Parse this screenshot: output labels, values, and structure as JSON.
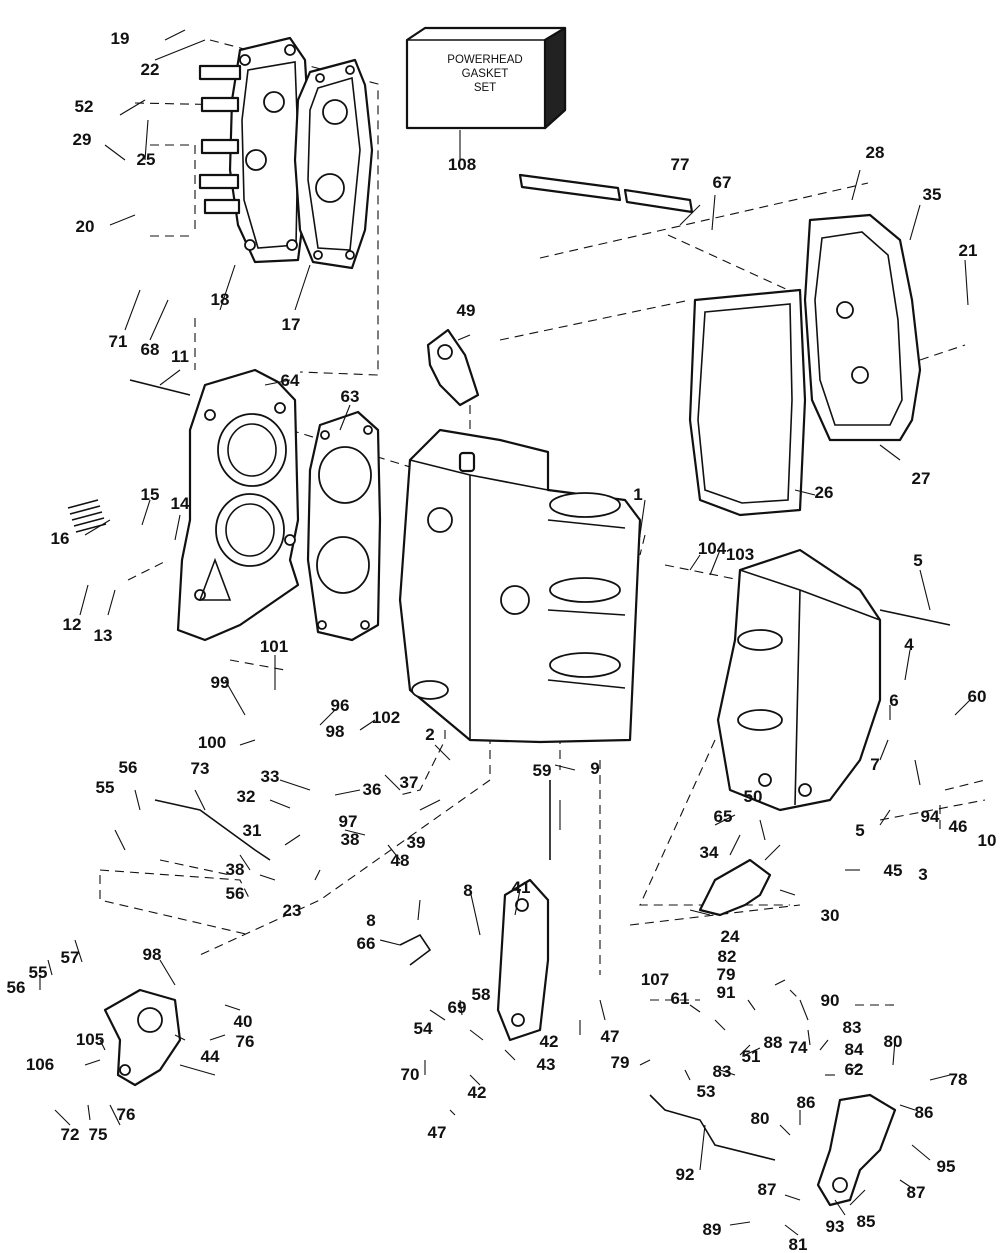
{
  "kit_box": {
    "lines": [
      "POWERHEAD",
      "GASKET",
      "SET"
    ]
  },
  "callouts": [
    "1",
    "2",
    "3",
    "4",
    "5",
    "5",
    "6",
    "7",
    "8",
    "8",
    "9",
    "10",
    "11",
    "12",
    "13",
    "14",
    "15",
    "16",
    "17",
    "18",
    "19",
    "20",
    "21",
    "22",
    "23",
    "24",
    "25",
    "26",
    "27",
    "28",
    "29",
    "30",
    "31",
    "32",
    "33",
    "34",
    "35",
    "36",
    "37",
    "38",
    "38",
    "39",
    "40",
    "41",
    "42",
    "42",
    "43",
    "44",
    "45",
    "46",
    "47",
    "47",
    "48",
    "49",
    "50",
    "51",
    "52",
    "53",
    "54",
    "55",
    "55",
    "56",
    "56",
    "56",
    "57",
    "58",
    "59",
    "60",
    "61",
    "62",
    "63",
    "64",
    "65",
    "66",
    "67",
    "68",
    "69",
    "70",
    "71",
    "72",
    "73",
    "74",
    "75",
    "76",
    "76",
    "77",
    "78",
    "79",
    "79",
    "80",
    "80",
    "81",
    "82",
    "83",
    "83",
    "84",
    "85",
    "86",
    "86",
    "87",
    "87",
    "88",
    "89",
    "90",
    "91",
    "92",
    "93",
    "94",
    "95",
    "96",
    "97",
    "98",
    "98",
    "99",
    "100",
    "101",
    "102",
    "103",
    "104",
    "105",
    "106",
    "107",
    "108"
  ]
}
